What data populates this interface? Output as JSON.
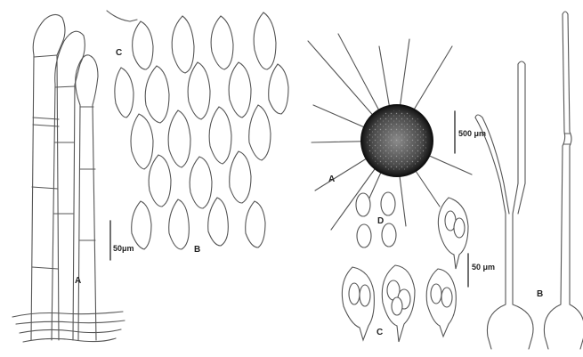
{
  "left_figure": {
    "label_a": "A",
    "label_b": "B",
    "label_c": "C",
    "scale_bar": "50μm"
  },
  "right_figure": {
    "label_a": "A",
    "label_c": "C",
    "label_d": "D",
    "label_b": "B",
    "scale_bar_top": "500 μm",
    "scale_bar_bottom": "50 μm"
  },
  "colors": {
    "line": "#555555",
    "sporangium_dark": "#1a1a1a",
    "sporangium_mid": "#6a6a6a"
  }
}
